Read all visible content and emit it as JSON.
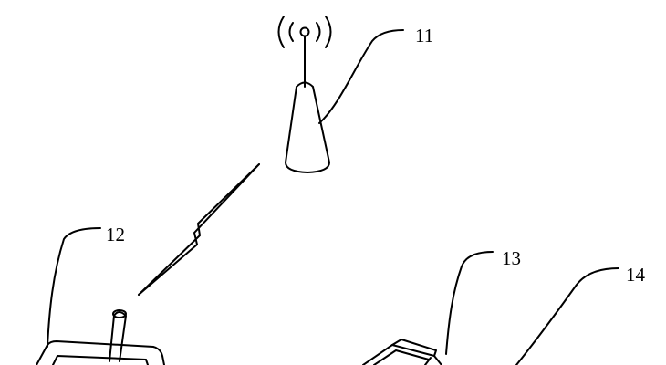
{
  "diagram": {
    "line_color": "#000000",
    "background": "#ffffff",
    "components": [
      {
        "id": "base-station",
        "icon": "antenna-tower-icon",
        "label": "11"
      },
      {
        "id": "terminal",
        "icon": "handheld-device-icon",
        "label": "12"
      },
      {
        "id": "device-13",
        "icon": "device-icon",
        "label": "13"
      },
      {
        "id": "device-14",
        "icon": "device-icon",
        "label": "14"
      }
    ],
    "links": [
      {
        "from": "terminal",
        "to": "base-station",
        "style": "wireless-zigzag"
      }
    ]
  }
}
